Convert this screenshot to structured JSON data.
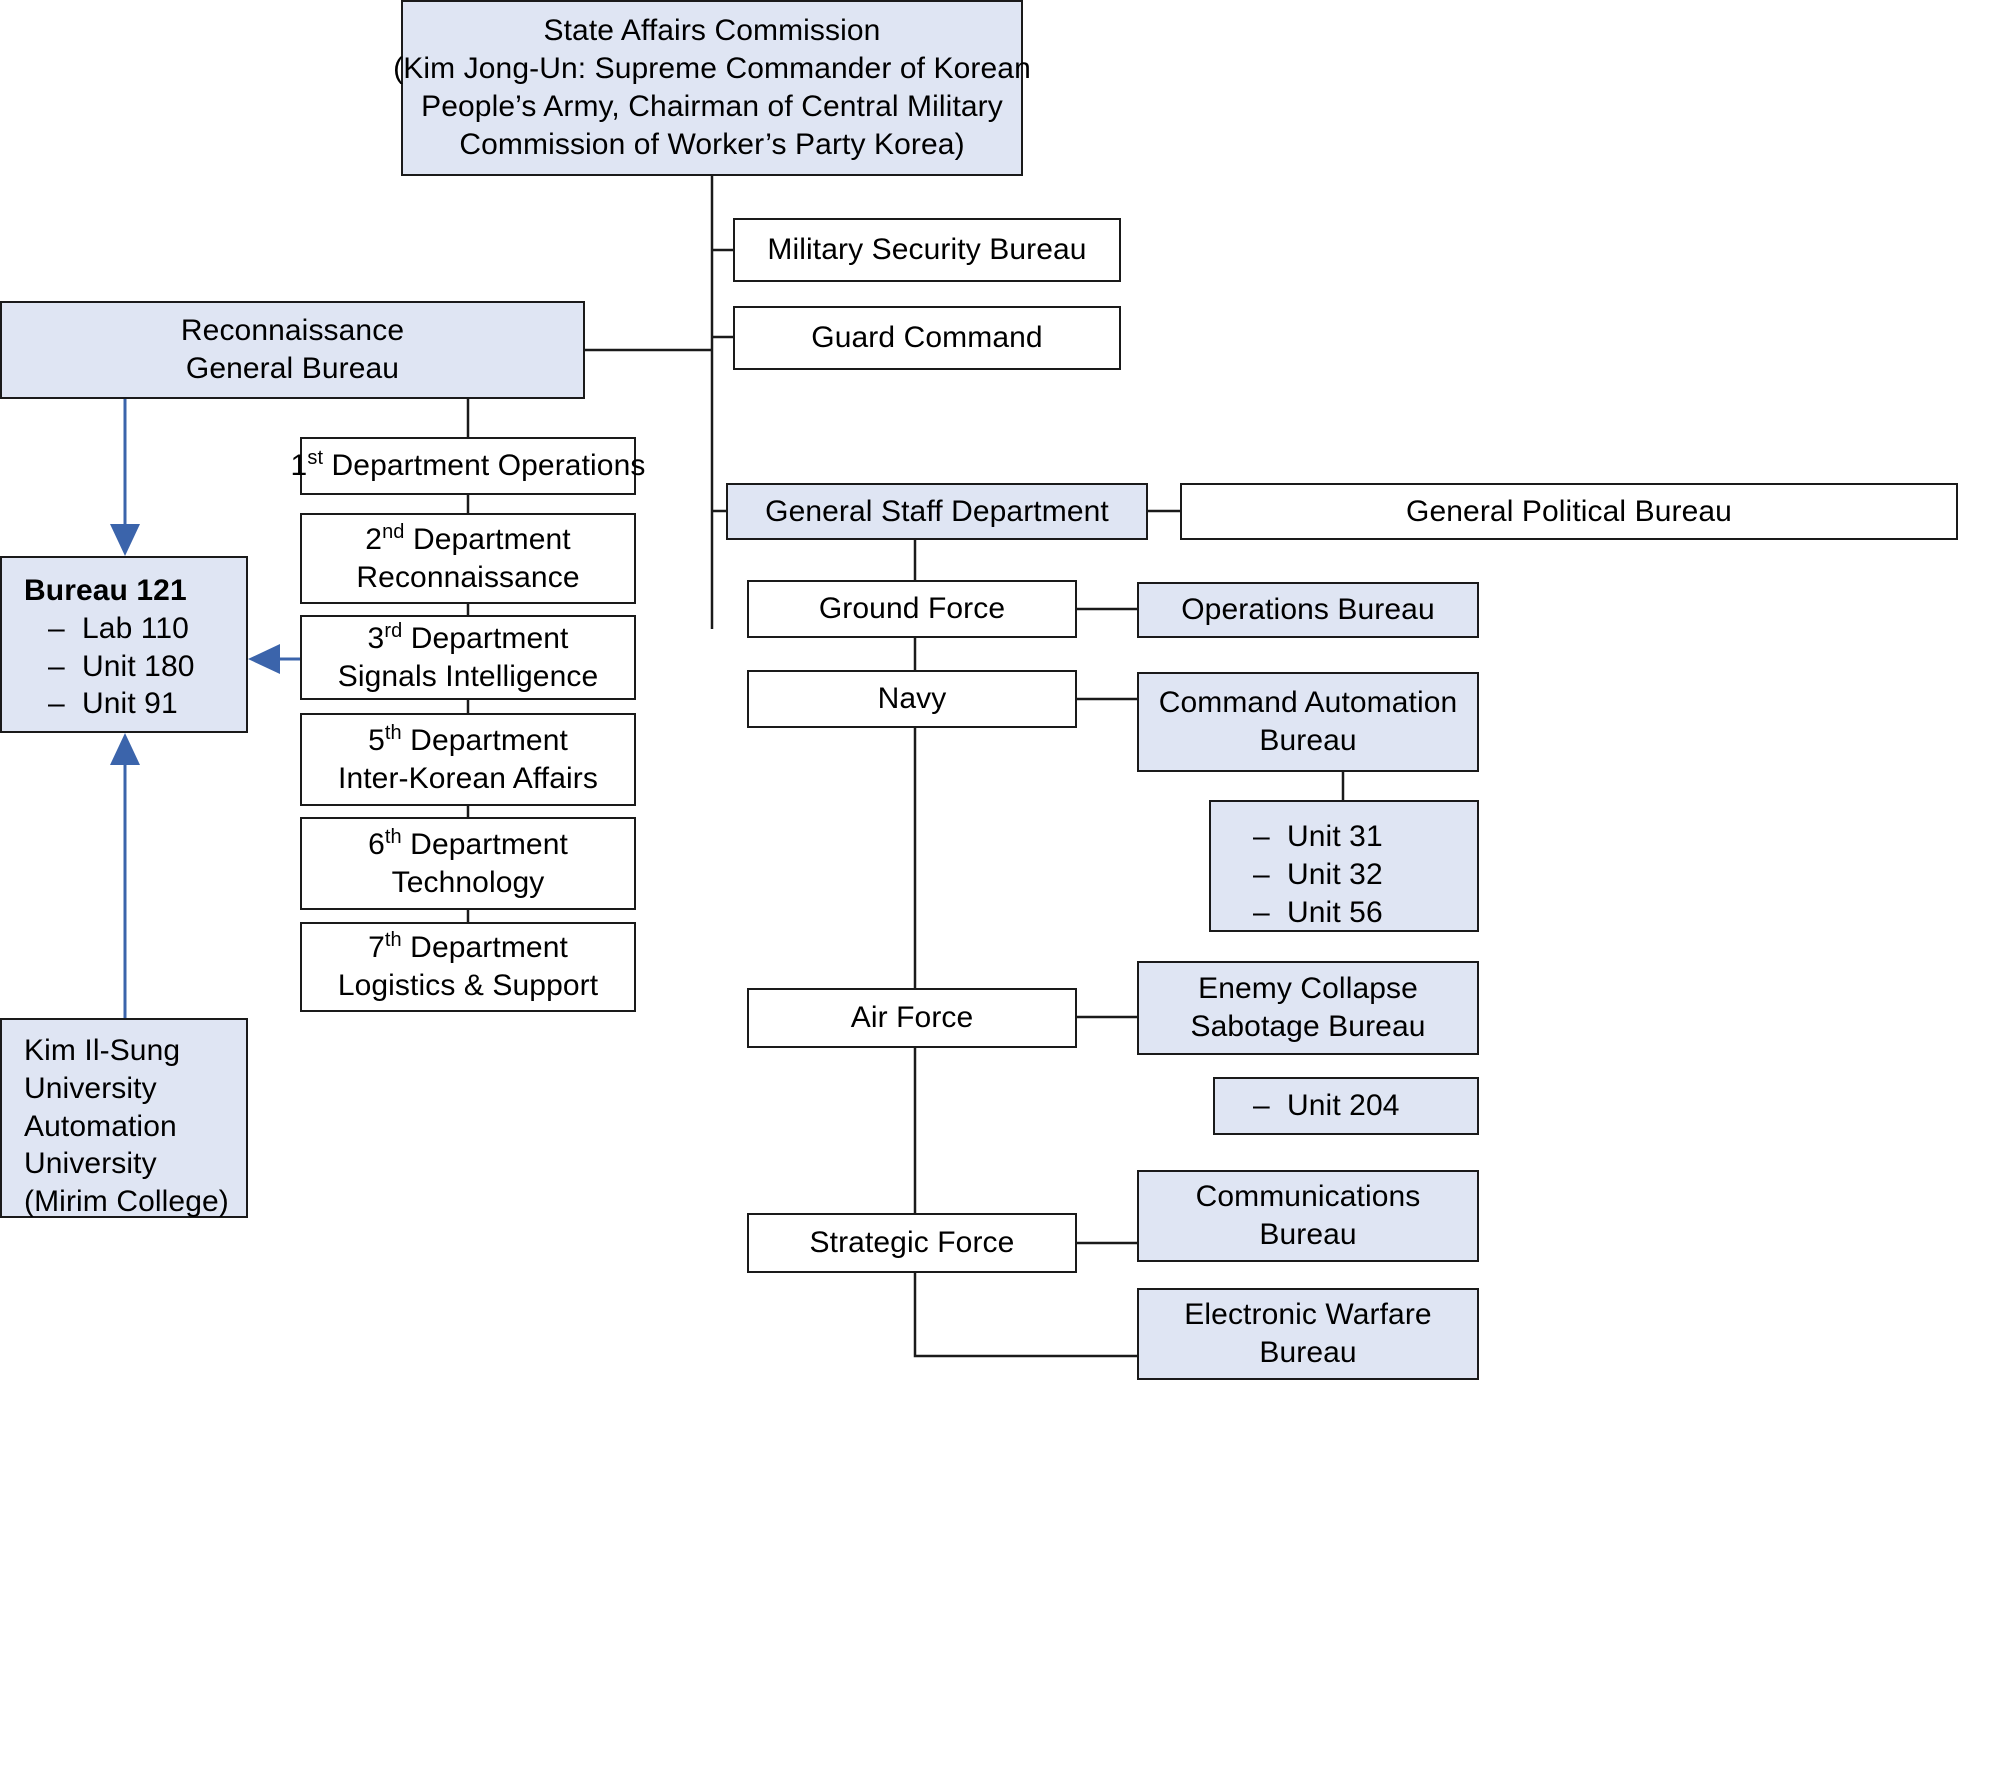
{
  "colors": {
    "box_blue_fill": "#dfe5f3",
    "box_white_fill": "#ffffff",
    "box_border": "#1a1a1a",
    "arrow_blue": "#3b64ab"
  },
  "nodes": {
    "state_affairs_commission": {
      "lines": [
        "State Affairs Commission",
        "(Kim Jong-Un: Supreme Commander of Korean",
        "People’s Army, Chairman of Central Military",
        "Commission of Worker’s Party Korea)"
      ]
    },
    "military_security_bureau": {
      "label": "Military Security Bureau"
    },
    "guard_command": {
      "label": "Guard Command"
    },
    "reconnaissance_general_bureau": {
      "lines": [
        "Reconnaissance",
        "General Bureau"
      ]
    },
    "bureau_121": {
      "title": "Bureau 121",
      "items": [
        "Lab 110",
        "Unit 180",
        "Unit 91"
      ]
    },
    "kim_il_sung_university": {
      "lines": [
        "Kim Il-Sung",
        "University",
        "Automation",
        "University",
        "(Mirim College)"
      ]
    },
    "dept_1": {
      "ordinal": "1",
      "suffix": "st",
      "rest": " Department Operations"
    },
    "dept_2": {
      "ordinal": "2",
      "suffix": "nd",
      "rest": " Department",
      "line2": "Reconnaissance"
    },
    "dept_3": {
      "ordinal": "3",
      "suffix": "rd",
      "rest": " Department",
      "line2": "Signals Intelligence"
    },
    "dept_5": {
      "ordinal": "5",
      "suffix": "th",
      "rest": " Department",
      "line2": "Inter-Korean Affairs"
    },
    "dept_6": {
      "ordinal": "6",
      "suffix": "th",
      "rest": " Department",
      "line2": "Technology"
    },
    "dept_7": {
      "ordinal": "7",
      "suffix": "th",
      "rest": " Department",
      "line2": "Logistics & Support"
    },
    "general_staff_department": {
      "label": "General Staff Department"
    },
    "general_political_bureau": {
      "label": "General Political Bureau"
    },
    "ground_force": {
      "label": "Ground Force"
    },
    "navy": {
      "label": "Navy"
    },
    "air_force": {
      "label": "Air Force"
    },
    "strategic_force": {
      "label": "Strategic Force"
    },
    "operations_bureau": {
      "label": "Operations Bureau"
    },
    "command_automation_bureau": {
      "lines": [
        "Command Automation",
        "Bureau"
      ]
    },
    "cab_units": {
      "items": [
        "Unit 31",
        "Unit 32",
        "Unit 56"
      ]
    },
    "enemy_collapse_sabotage_bureau": {
      "lines": [
        "Enemy  Collapse",
        "Sabotage Bureau"
      ]
    },
    "ecsb_units": {
      "items": [
        "Unit 204"
      ]
    },
    "communications_bureau": {
      "lines": [
        "Communications",
        "Bureau"
      ]
    },
    "electronic_warfare_bureau": {
      "lines": [
        "Electronic Warfare",
        "Bureau"
      ]
    }
  }
}
